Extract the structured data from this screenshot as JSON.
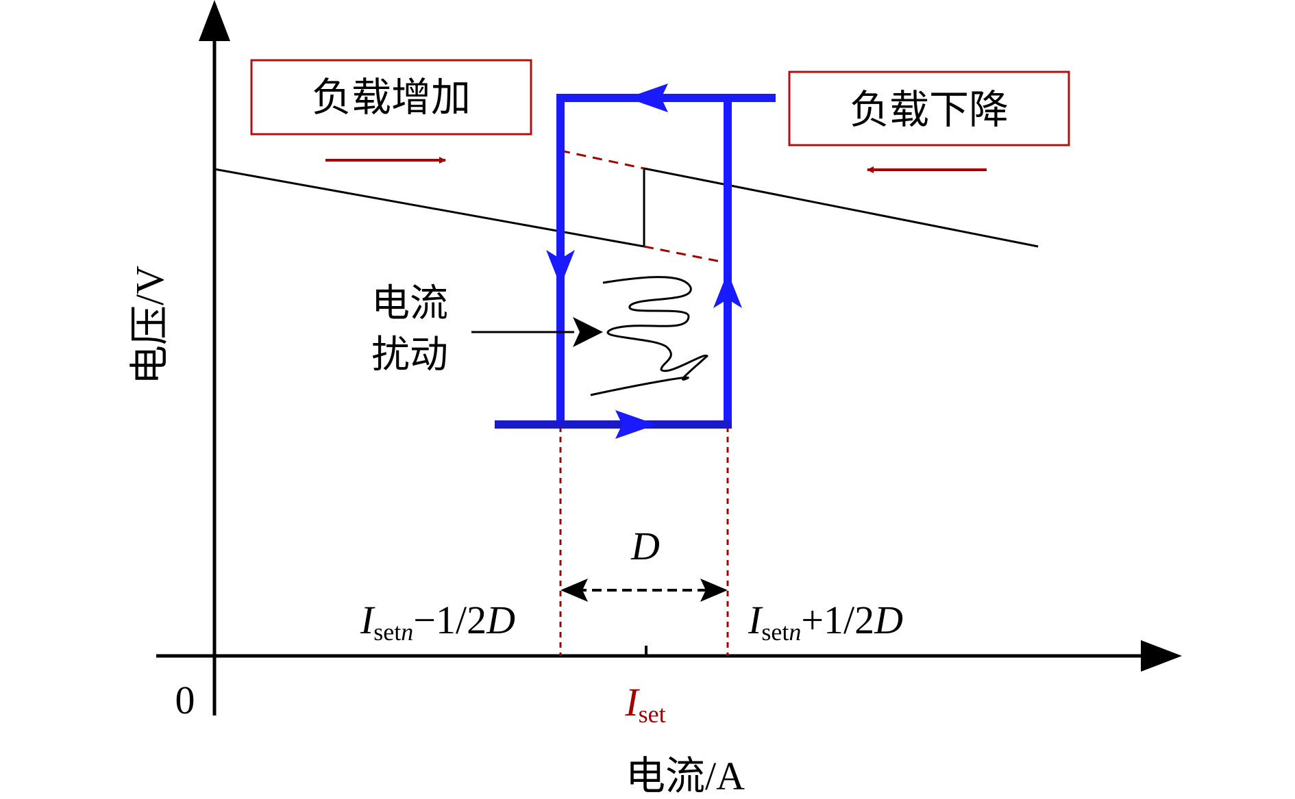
{
  "axes": {
    "origin_label": "0",
    "x_label": "电流/A",
    "y_label": "电压/V"
  },
  "boxes": {
    "load_increase": "负载增加",
    "load_decrease": "负载下降"
  },
  "annotations": {
    "current_disturbance_line1": "电流",
    "current_disturbance_line2": "扰动",
    "band_width": "D",
    "left_bound": {
      "base": "I",
      "sub": "set",
      "sub_italic": "n",
      "rest": "−1/2",
      "var": "D"
    },
    "right_bound": {
      "base": "I",
      "sub": "set",
      "sub_italic": "n",
      "rest": "+1/2",
      "var": "D"
    },
    "center": {
      "base": "I",
      "sub": "set"
    }
  },
  "colors": {
    "axis": "#000000",
    "droop_line": "#000000",
    "hysteresis_loop": "#1a1aff",
    "hysteresis_bottom": "#1a1acc",
    "accent_red": "#a50000",
    "box_border": "#b01010"
  }
}
